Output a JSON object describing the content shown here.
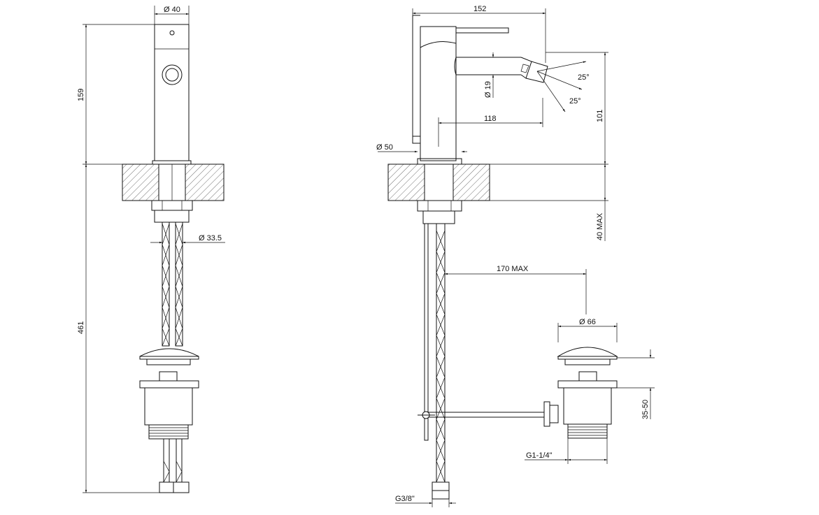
{
  "title": "Bidet mixer technical drawing",
  "dimensions": {
    "front_diameter": "Ø 40",
    "front_height_upper": "159",
    "front_height_total": "461",
    "hose_diameter": "Ø 33.5",
    "side_width": "152",
    "spout_diameter": "Ø 19",
    "angle_up": "25°",
    "angle_down": "25°",
    "spout_reach": "118",
    "spout_height": "101",
    "base_diameter": "Ø 50",
    "deck_thickness": "40 MAX",
    "waste_distance": "170 MAX",
    "waste_diameter": "Ø 66",
    "waste_height": "35-50",
    "waste_thread": "G1-1/4\"",
    "hose_thread": "G3/8\""
  }
}
